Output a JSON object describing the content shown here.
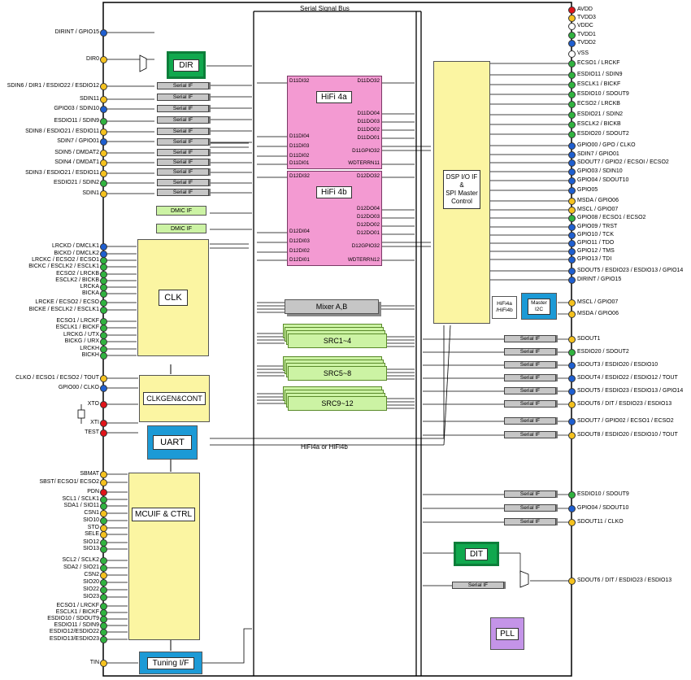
{
  "colors": {
    "yellow_pin": "#f5c21f",
    "blue_pin": "#1f5fd0",
    "red_pin": "#e0141a",
    "green_pin": "#31b340",
    "hifi": "#f39ad2",
    "block_yellow": "#fbf5a2",
    "dir_green": "#11a84e",
    "uart_blue": "#1c9ad6",
    "pll_purple": "#c494e8",
    "src_green": "#ccf3a4"
  },
  "bus": {
    "serial_signal_bus": "Serial Signal Bus",
    "hifi_bus": "HiFi4a or HiFi4b"
  },
  "blocks": {
    "dir": "DIR",
    "hifi4a": "HiFi 4a",
    "hifi4b": "HiFi 4b",
    "clk": "CLK",
    "clkgen": "CLKGEN&CONT",
    "uart": "UART",
    "mcuif": "MCUIF & CTRL",
    "tuning": "Tuning I/F",
    "dsp": "DSP I/O IF\n&\nSPI Master\nControl",
    "mixer": "Mixer A,B",
    "src1": "SRC1~4",
    "src2": "SRC5~8",
    "src3": "SRC9~12",
    "dit": "DIT",
    "pll": "PLL",
    "master_i2c": "Master\nI2C",
    "hifi_sel": "HiFi4a\n/HiFi4b",
    "dmic": "DMIC IF",
    "serial_if": "Serial IF"
  },
  "hifi4a_pins_left": [
    "D11DI32",
    "D11DI04",
    "D11DI03",
    "D11DI02",
    "D11DI01"
  ],
  "hifi4a_pins_right": [
    "D11DO32",
    "D11DO04",
    "D11DO03",
    "D11DO02",
    "D11DO01",
    "D11GPIO32",
    "WDTERRN11"
  ],
  "hifi4b_pins_left": [
    "D12DI32",
    "D12DI04",
    "D12DI03",
    "D12DI02",
    "D12DI01"
  ],
  "hifi4b_pins_right": [
    "D12DO32",
    "D12DO04",
    "D12DO03",
    "D12DO02",
    "D12DO01",
    "D12GPIO32",
    "WDTERRN12"
  ],
  "left_pins": [
    {
      "t": "DIRINT / GPIO15",
      "c": "blue"
    },
    {
      "t": "DIR0",
      "c": "yellow"
    },
    {
      "t": "SDIN6 / DIR1 / ESDIO22 / ESDIO12",
      "c": "yellow"
    },
    {
      "t": "SDIN11",
      "c": "yellow"
    },
    {
      "t": "GPIO03 / SDIN10",
      "c": "blue"
    },
    {
      "t": "ESDIO11 / SDIN9",
      "c": "green"
    },
    {
      "t": "SDIN8 / ESDIO21 / ESDIO11",
      "c": "yellow"
    },
    {
      "t": "SDIN7 / GPIO01",
      "c": "blue"
    },
    {
      "t": "SDIN5 / DMDAT2",
      "c": "yellow"
    },
    {
      "t": "SDIN4 / DMDAT1",
      "c": "yellow"
    },
    {
      "t": "SDIN3 / ESDIO21 / ESDIO11",
      "c": "yellow"
    },
    {
      "t": "ESDIO21 / SDIN2",
      "c": "green"
    },
    {
      "t": "SDIN1",
      "c": "yellow"
    },
    {
      "t": "LRCKD / DMCLK1",
      "c": "blue"
    },
    {
      "t": "BICKD / DMCLK2",
      "c": "blue"
    },
    {
      "t": "LRCKC / ECSO2 / ECSO1",
      "c": "green"
    },
    {
      "t": "BICKC / ESCLK2 / ESCLK1",
      "c": "green"
    },
    {
      "t": "ECSO2 / LRCKB",
      "c": "green"
    },
    {
      "t": "ESCLK2 / BICKB",
      "c": "green"
    },
    {
      "t": "LRCKA",
      "c": "green"
    },
    {
      "t": "BICKA",
      "c": "green"
    },
    {
      "t": "LRCKE / ECSO2 / ECSO",
      "c": "green"
    },
    {
      "t": "BICKE / ESCLK2 / ESCLK1",
      "c": "green"
    },
    {
      "t": "ECSO1 / LRCKF",
      "c": "green"
    },
    {
      "t": "ESCLK1 / BICKF",
      "c": "green"
    },
    {
      "t": "LRCKG / UTX",
      "c": "green"
    },
    {
      "t": "BICKG / URX",
      "c": "green"
    },
    {
      "t": "LRCKH",
      "c": "green"
    },
    {
      "t": "BICKH",
      "c": "green"
    },
    {
      "t": "CLKO / ECSO1 / ECSO2 / TOUT",
      "c": "yellow"
    },
    {
      "t": "GPIO00 / CLKO",
      "c": "blue"
    },
    {
      "t": "XTO",
      "c": "red"
    },
    {
      "t": "XTI",
      "c": "red"
    },
    {
      "t": "TEST",
      "c": "red"
    },
    {
      "t": "SBMAT",
      "c": "yellow"
    },
    {
      "t": "SBST/ ECSO1/ ECSO2",
      "c": "yellow"
    },
    {
      "t": "PDN",
      "c": "red"
    },
    {
      "t": "SCL1 / SCLK1",
      "c": "green"
    },
    {
      "t": "SDA1 / SIO11",
      "c": "green"
    },
    {
      "t": "CSN1",
      "c": "yellow"
    },
    {
      "t": "SIO10",
      "c": "green"
    },
    {
      "t": "STO",
      "c": "yellow"
    },
    {
      "t": "SELE",
      "c": "yellow"
    },
    {
      "t": "SIO12",
      "c": "green"
    },
    {
      "t": "SIO13",
      "c": "green"
    },
    {
      "t": "SCL2 / SCLK2",
      "c": "green"
    },
    {
      "t": "SDA2 / SIO21",
      "c": "green"
    },
    {
      "t": "CSN2",
      "c": "yellow"
    },
    {
      "t": "SIO20",
      "c": "green"
    },
    {
      "t": "SIO22",
      "c": "green"
    },
    {
      "t": "SIO23",
      "c": "green"
    },
    {
      "t": "ECSO1 / LRCKF",
      "c": "green"
    },
    {
      "t": "ESCLK1 / BICKF",
      "c": "green"
    },
    {
      "t": "ESDIO10 / SDOUT9",
      "c": "green"
    },
    {
      "t": "ESDIO11 / SDIN9",
      "c": "green"
    },
    {
      "t": "ESDIO12/ESDIO22",
      "c": "green"
    },
    {
      "t": "ESDIO13/ESDIO23",
      "c": "green"
    },
    {
      "t": "TIN",
      "c": "yellow"
    }
  ],
  "right_pins": [
    {
      "t": "AVDD",
      "c": "red"
    },
    {
      "t": "TVDD3",
      "c": "yellow"
    },
    {
      "t": "VDDC",
      "c": "white"
    },
    {
      "t": "TVDD1",
      "c": "green"
    },
    {
      "t": "TVDD2",
      "c": "blue"
    },
    {
      "t": "VSS",
      "c": "white"
    },
    {
      "t": "ECSO1 / LRCKF",
      "c": "green"
    },
    {
      "t": "ESDIO11 / SDIN9",
      "c": "green"
    },
    {
      "t": "ESCLK1 / BICKF",
      "c": "green"
    },
    {
      "t": "ESDIO10 / SDOUT9",
      "c": "green"
    },
    {
      "t": "ECSO2 / LRCKB",
      "c": "green"
    },
    {
      "t": "ESDIO21 / SDIN2",
      "c": "green"
    },
    {
      "t": "ESCLK2 / BICKB",
      "c": "green"
    },
    {
      "t": "ESDIO20 / SDOUT2",
      "c": "green"
    },
    {
      "t": "GPIO00 / GPO / CLKO",
      "c": "blue"
    },
    {
      "t": "SDIN7 / GPIO01",
      "c": "blue"
    },
    {
      "t": "SDOUT7 / GPIO2 / ECSOI / ECSO2",
      "c": "blue"
    },
    {
      "t": "GPIO03 / SDIN10",
      "c": "blue"
    },
    {
      "t": "GPIO04 / SDOUT10",
      "c": "blue"
    },
    {
      "t": "GPIO05",
      "c": "blue"
    },
    {
      "t": "MSDA / GPIO06",
      "c": "yellow"
    },
    {
      "t": "MSCL / GPIO07",
      "c": "yellow"
    },
    {
      "t": "GPIO08 / ECSO1 / ECSO2",
      "c": "green"
    },
    {
      "t": "GPIO09 / TRST",
      "c": "blue"
    },
    {
      "t": "GPIO10 / TCK",
      "c": "blue"
    },
    {
      "t": "GPIO11 / TDO",
      "c": "blue"
    },
    {
      "t": "GPIO12 / TMS",
      "c": "blue"
    },
    {
      "t": "GPIO13 / TDI",
      "c": "blue"
    },
    {
      "t": "SDOUT5 / ESDIO23 / ESDIO13 / GPIO14",
      "c": "blue"
    },
    {
      "t": "DIRINT / GPIO15",
      "c": "blue"
    },
    {
      "t": "MSCL / GPIO07",
      "c": "yellow"
    },
    {
      "t": "MSDA / GPIO06",
      "c": "yellow"
    },
    {
      "t": "SDOUT1",
      "c": "yellow"
    },
    {
      "t": "ESDIO20 / SDOUT2",
      "c": "green"
    },
    {
      "t": "SDOUT3 / ESDIO20 / ESDIO10",
      "c": "blue"
    },
    {
      "t": "SDOUT4 / ESDIO22 / ESDIO12 / TOUT",
      "c": "blue"
    },
    {
      "t": "SDOUT5 / ESDIO23 / ESDIO13 / GPIO14",
      "c": "blue"
    },
    {
      "t": "SDOUT6 / DIT / ESDIO23 / ESDIO13",
      "c": "yellow"
    },
    {
      "t": "SDOUT7 / GPIO02 / ECSO1 / ECSO2",
      "c": "blue"
    },
    {
      "t": "SDOUT8 / ESDIO20 / ESDIO10 / TOUT",
      "c": "yellow"
    },
    {
      "t": "ESDIO10 / SDOUT9",
      "c": "green"
    },
    {
      "t": "GPIO04 / SDOUT10",
      "c": "blue"
    },
    {
      "t": "SDOUT11 / CLKO",
      "c": "yellow"
    },
    {
      "t": "SDOUT6 / DIT / ESDIO23 / ESDIO13",
      "c": "yellow"
    }
  ]
}
